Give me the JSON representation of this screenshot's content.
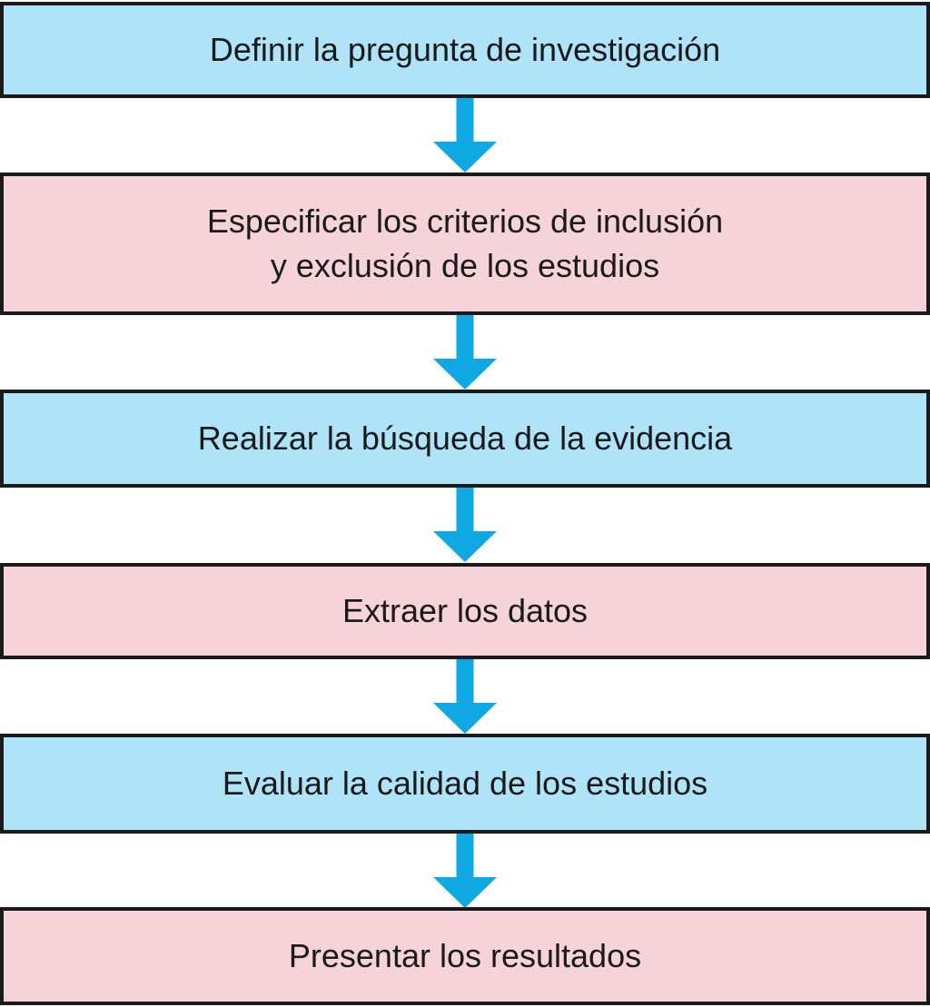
{
  "diagram": {
    "type": "flowchart",
    "direction": "top-down",
    "steps": [
      {
        "id": 1,
        "label": "Definir la pregunta de investigación",
        "fill": "blue"
      },
      {
        "id": 2,
        "label": "Especificar los criterios de inclusión\ny exclusión de los estudios",
        "fill": "pink"
      },
      {
        "id": 3,
        "label": "Realizar la búsqueda de la evidencia",
        "fill": "blue"
      },
      {
        "id": 4,
        "label": "Extraer los datos",
        "fill": "pink"
      },
      {
        "id": 5,
        "label": "Evaluar la calidad de los estudios",
        "fill": "blue"
      },
      {
        "id": 6,
        "label": "Presentar los resultados",
        "fill": "pink"
      }
    ],
    "connectors": [
      {
        "from": 1,
        "to": 2,
        "icon": "down-arrow"
      },
      {
        "from": 2,
        "to": 3,
        "icon": "down-arrow"
      },
      {
        "from": 3,
        "to": 4,
        "icon": "down-arrow"
      },
      {
        "from": 4,
        "to": 5,
        "icon": "down-arrow"
      },
      {
        "from": 5,
        "to": 6,
        "icon": "down-arrow"
      }
    ],
    "colors": {
      "blue_fill": "#AEE3F8",
      "pink_fill": "#F6D3D9",
      "arrow_color": "#0FA8E2",
      "border_color": "#1a1a1a",
      "text_color": "#1a1a1a"
    }
  }
}
